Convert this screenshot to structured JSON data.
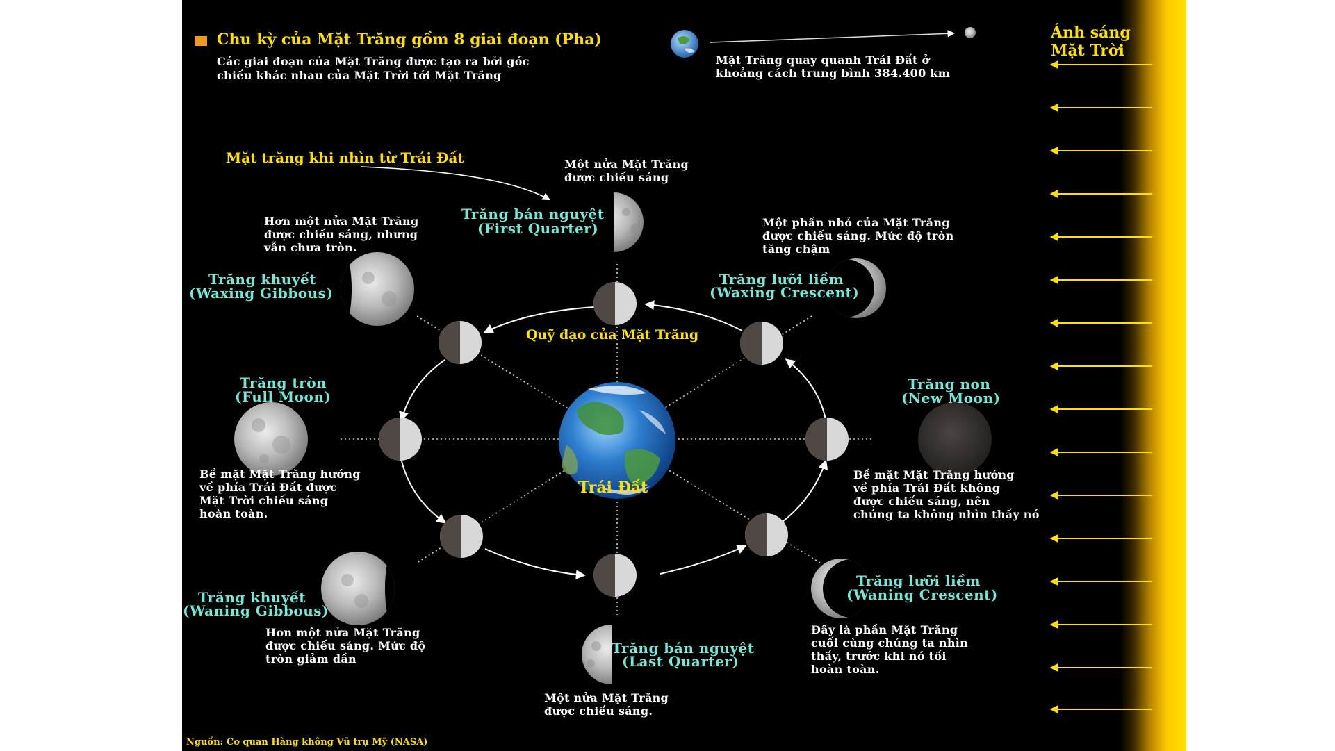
{
  "header": {
    "title": "Chu kỳ của Mặt Trăng gồm 8 giai đoạn (Pha)",
    "subtitle_line1": "Các giai đoạn của Mặt Trăng được tạo ra bởi góc",
    "subtitle_line2": "chiếu khác nhau của Mặt Trời tới Mặt Trăng",
    "bullet_color": "#f29a1e"
  },
  "distance": {
    "line1": "Mặt Trăng quay quanh Trái Đất ở",
    "line2": "khoảng cách trung bình 384.400 km"
  },
  "sunlight": {
    "line1": "Ánh sáng",
    "line2": "Mặt Trời",
    "color": "#ffe100"
  },
  "labels": {
    "moon_from_earth": "Mặt trăng khi nhìn từ Trái Đất",
    "orbit": "Quỹ đạo của Mặt Trăng",
    "earth": "Trái Đất"
  },
  "phases": {
    "first_quarter": {
      "vi": "Trăng bán nguyệt",
      "en": "(First Quarter)",
      "desc_line1": "Một nửa Mặt Trăng",
      "desc_line2": "được chiếu sáng"
    },
    "waxing_gibbous": {
      "vi": "Trăng khuyết",
      "en": "(Waxing Gibbous)",
      "desc_line1": "Hơn một nửa Mặt Trăng",
      "desc_line2": "được chiếu sáng, nhưng",
      "desc_line3": "vẫn chưa tròn."
    },
    "waxing_crescent": {
      "vi": "Trăng lưỡi liềm",
      "en": "(Waxing Crescent)",
      "desc_line1": "Một phần nhỏ của Mặt Trăng",
      "desc_line2": "được chiếu sáng. Mức độ tròn",
      "desc_line3": "tăng chậm"
    },
    "full_moon": {
      "vi": "Trăng tròn",
      "en": "(Full Moon)",
      "desc_line1": "Bề mặt Mặt Trăng hướng",
      "desc_line2": "về phía Trái Đất được",
      "desc_line3": "Mặt Trời chiếu sáng",
      "desc_line4": "hoàn toàn."
    },
    "new_moon": {
      "vi": "Trăng non",
      "en": "(New Moon)",
      "desc_line1": "Bề mặt Mặt Trăng hướng",
      "desc_line2": "về phía Trái Đất không",
      "desc_line3": "được chiếu sáng, nên",
      "desc_line4": "chúng ta không nhìn thấy nó"
    },
    "waning_gibbous": {
      "vi": "Trăng khuyết",
      "en": "(Waning Gibbous)",
      "desc_line1": "Hơn một nửa Mặt Trăng",
      "desc_line2": "được chiếu sáng. Mức độ",
      "desc_line3": "tròn giảm dần"
    },
    "waning_crescent": {
      "vi": "Trăng lưỡi liềm",
      "en": "(Waning Crescent)",
      "desc_line1": "Đây là phần Mặt Trăng",
      "desc_line2": "cuối cùng chúng ta nhìn",
      "desc_line3": "thấy, trước khi nó tối",
      "desc_line4": "hoàn toàn."
    },
    "last_quarter": {
      "vi": "Trăng bán nguyệt",
      "en": "(Last Quarter)",
      "desc_line1": "Một nửa Mặt Trăng",
      "desc_line2": "được chiếu sáng."
    }
  },
  "source": "Nguồn: Cơ quan Hàng không Vũ trụ Mỹ (NASA)"
}
